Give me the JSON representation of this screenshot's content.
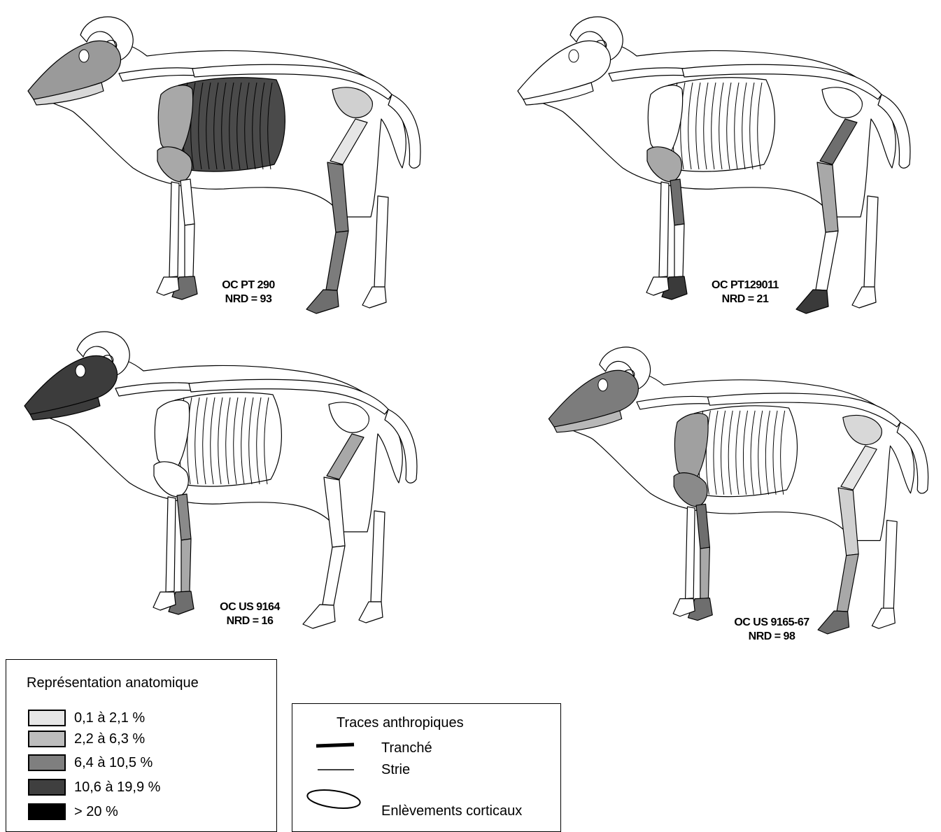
{
  "specimens": [
    {
      "label": "OC PT 290",
      "nrd": "NRD = 93",
      "fills": {
        "skull": "#9a9a9a",
        "horn": "#ffffff",
        "mandible": "#d8d8d8",
        "cervical": "#ffffff",
        "scapula": "#a8a8a8",
        "ribs": "#4a4a4a",
        "humerus": "#a8a8a8",
        "radius": "#ffffff",
        "metacarpal": "#ffffff",
        "fore_foot": "#6e6e6e",
        "pelvis": "#d0d0d0",
        "femur": "#e6e6e6",
        "tibia": "#7c7c7c",
        "metatarsal": "#7c7c7c",
        "hind_foot": "#6e6e6e",
        "vertebrae": "#ffffff"
      }
    },
    {
      "label": "OC PT129011",
      "nrd": "NRD = 21",
      "fills": {
        "skull": "#ffffff",
        "horn": "#ffffff",
        "mandible": "#ffffff",
        "cervical": "#ffffff",
        "scapula": "#ffffff",
        "ribs": "#ffffff",
        "humerus": "#a8a8a8",
        "radius": "#6e6e6e",
        "metacarpal": "#ffffff",
        "fore_foot": "#3a3a3a",
        "pelvis": "#ffffff",
        "femur": "#6e6e6e",
        "tibia": "#a8a8a8",
        "metatarsal": "#ffffff",
        "hind_foot": "#3a3a3a",
        "vertebrae": "#ffffff"
      }
    },
    {
      "label": "OC US 9164",
      "nrd": "NRD = 16",
      "fills": {
        "skull": "#3c3c3c",
        "horn": "#ffffff",
        "mandible": "#3c3c3c",
        "cervical": "#ffffff",
        "scapula": "#ffffff",
        "ribs": "#ffffff",
        "humerus": "#ffffff",
        "radius": "#8a8a8a",
        "metacarpal": "#a8a8a8",
        "fore_foot": "#6e6e6e",
        "pelvis": "#ffffff",
        "femur": "#a8a8a8",
        "tibia": "#ffffff",
        "metatarsal": "#ffffff",
        "hind_foot": "#ffffff",
        "vertebrae": "#ffffff"
      }
    },
    {
      "label": "OC US 9165-67",
      "nrd": "NRD = 98",
      "fills": {
        "skull": "#7c7c7c",
        "horn": "#ffffff",
        "mandible": "#b8b8b8",
        "cervical": "#ffffff",
        "scapula": "#a0a0a0",
        "ribs": "#ffffff",
        "humerus": "#8a8a8a",
        "radius": "#6e6e6e",
        "metacarpal": "#a8a8a8",
        "fore_foot": "#6e6e6e",
        "pelvis": "#d8d8d8",
        "femur": "#e6e6e6",
        "tibia": "#d0d0d0",
        "metatarsal": "#a8a8a8",
        "hind_foot": "#6e6e6e",
        "vertebrae": "#ffffff"
      }
    }
  ],
  "legend_anatomy": {
    "title": "Représentation anatomique",
    "classes": [
      {
        "label": "0,1 à 2,1 %",
        "color": "#e6e6e6"
      },
      {
        "label": "2,2 à 6,3 %",
        "color": "#bdbdbd"
      },
      {
        "label": "6,4 à 10,5 %",
        "color": "#7f7f7f"
      },
      {
        "label": "10,6 à 19,9 %",
        "color": "#3f3f3f"
      },
      {
        "label": "> 20 %",
        "color": "#000000"
      }
    ]
  },
  "legend_traces": {
    "title": "Traces anthropiques",
    "items": [
      {
        "label": "Tranché",
        "symbol": "thick-line"
      },
      {
        "label": "Strie",
        "symbol": "thin-line"
      },
      {
        "label": "Enlèvements corticaux",
        "symbol": "ellipse"
      }
    ]
  }
}
